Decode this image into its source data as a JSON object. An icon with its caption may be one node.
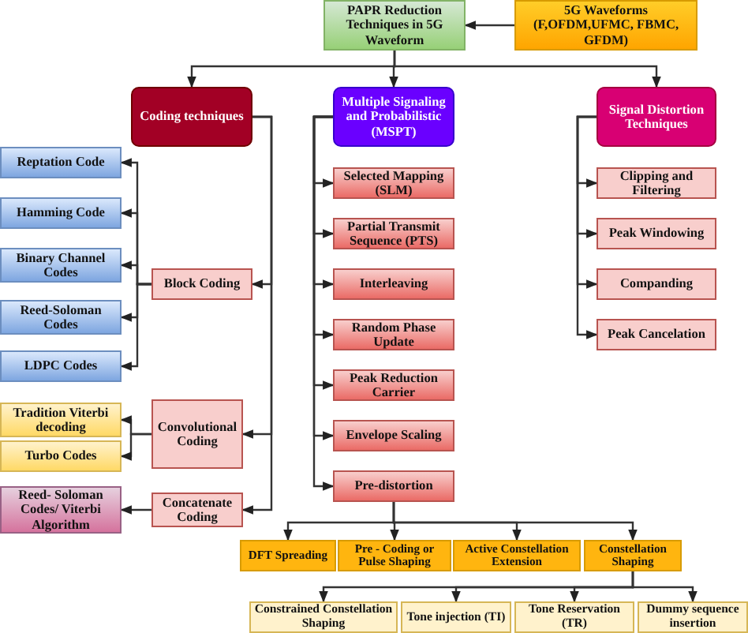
{
  "diagram": {
    "nodes": [
      {
        "text": [
          "PAPR Reduction Techniques in 5G Waveform"
        ]
      },
      {
        "text": [
          "5G Waveforms (F,OFDM,UFMC, FBMC, GFDM)"
        ]
      },
      {
        "text": [
          "Coding techniques"
        ]
      },
      {
        "text": [
          "Multiple Signaling and Probabilistic (MSPT)"
        ]
      },
      {
        "text": [
          "Signal Distortion Techniques"
        ]
      },
      {
        "text": [
          "Reptation Code"
        ]
      },
      {
        "text": [
          "Selected Mapping (SLM)"
        ]
      },
      {
        "text": [
          "Clipping and Filtering"
        ]
      },
      {
        "text": [
          "Hamming Code"
        ]
      },
      {
        "text": [
          "Partial Transmit Sequence (PTS)"
        ]
      },
      {
        "text": [
          "Peak Windowing"
        ]
      },
      {
        "text": [
          "Binary Channel Codes"
        ]
      },
      {
        "text": [
          "Block Coding"
        ]
      },
      {
        "text": [
          "Interleaving"
        ]
      },
      {
        "text": [
          "Companding"
        ]
      },
      {
        "text": [
          "Reed-Soloman Codes"
        ]
      },
      {
        "text": [
          "Random Phase Update"
        ]
      },
      {
        "text": [
          "Peak Cancelation"
        ]
      },
      {
        "text": [
          "LDPC Codes"
        ]
      },
      {
        "text": [
          "Peak Reduction Carrier"
        ]
      },
      {
        "text": [
          "Tradition Viterbi decoding"
        ]
      },
      {
        "text": [
          "Convolutional Coding"
        ]
      },
      {
        "text": [
          "Envelope Scaling"
        ]
      },
      {
        "text": [
          "Turbo Codes"
        ]
      },
      {
        "text": [
          "Pre-distortion"
        ]
      },
      {
        "text": [
          "Reed- Soloman Codes/ Viterbi Algorithm"
        ]
      },
      {
        "text": [
          "Concatenate Coding"
        ]
      },
      {
        "text": [
          "DFT Spreading"
        ]
      },
      {
        "text": [
          "Pre - Coding or Pulse Shaping"
        ]
      },
      {
        "text": [
          "Active Constellation Extension"
        ]
      },
      {
        "text": [
          "Constellation Shaping"
        ]
      },
      {
        "text": [
          "Constrained Constellation Shaping"
        ]
      },
      {
        "text": [
          "Tone injection (TI)"
        ]
      },
      {
        "text": [
          "Tone Reservation (TR)"
        ]
      },
      {
        "text": [
          "Dummy sequence insertion"
        ]
      }
    ],
    "edges": [
      {
        "from": 1,
        "to": 0,
        "arrow": "to"
      },
      {
        "from": 0,
        "to": 2,
        "arrow": "to"
      },
      {
        "from": 0,
        "to": 3,
        "arrow": "to"
      },
      {
        "from": 0,
        "to": 4,
        "arrow": "to"
      },
      {
        "from": 2,
        "to": 12,
        "arrow": "to"
      },
      {
        "from": 2,
        "to": 21,
        "arrow": "to"
      },
      {
        "from": 2,
        "to": 26,
        "arrow": "to"
      },
      {
        "from": 12,
        "to": 5,
        "arrow": "to"
      },
      {
        "from": 12,
        "to": 8,
        "arrow": "to"
      },
      {
        "from": 12,
        "to": 11,
        "arrow": "to"
      },
      {
        "from": 12,
        "to": 15,
        "arrow": "to"
      },
      {
        "from": 12,
        "to": 18,
        "arrow": "to"
      },
      {
        "from": 21,
        "to": 20,
        "arrow": "to"
      },
      {
        "from": 21,
        "to": 23,
        "arrow": "to"
      },
      {
        "from": 26,
        "to": 25,
        "arrow": "to"
      },
      {
        "from": 3,
        "to": 6,
        "arrow": "to"
      },
      {
        "from": 3,
        "to": 9,
        "arrow": "to"
      },
      {
        "from": 3,
        "to": 13,
        "arrow": "to"
      },
      {
        "from": 3,
        "to": 16,
        "arrow": "to"
      },
      {
        "from": 3,
        "to": 19,
        "arrow": "to"
      },
      {
        "from": 3,
        "to": 22,
        "arrow": "to"
      },
      {
        "from": 3,
        "to": 24,
        "arrow": "to"
      },
      {
        "from": 4,
        "to": 7,
        "arrow": "to"
      },
      {
        "from": 4,
        "to": 10,
        "arrow": "to"
      },
      {
        "from": 4,
        "to": 14,
        "arrow": "to"
      },
      {
        "from": 4,
        "to": 17,
        "arrow": "to"
      },
      {
        "from": 24,
        "to": 27,
        "arrow": "to"
      },
      {
        "from": 24,
        "to": 28,
        "arrow": "to"
      },
      {
        "from": 24,
        "to": 29,
        "arrow": "to"
      },
      {
        "from": 24,
        "to": 30,
        "arrow": "to"
      },
      {
        "from": 30,
        "to": 31,
        "arrow": "to"
      },
      {
        "from": 30,
        "to": 32,
        "arrow": "to"
      },
      {
        "from": 30,
        "to": 33,
        "arrow": "to"
      },
      {
        "from": 30,
        "to": 34,
        "arrow": "to"
      }
    ]
  }
}
